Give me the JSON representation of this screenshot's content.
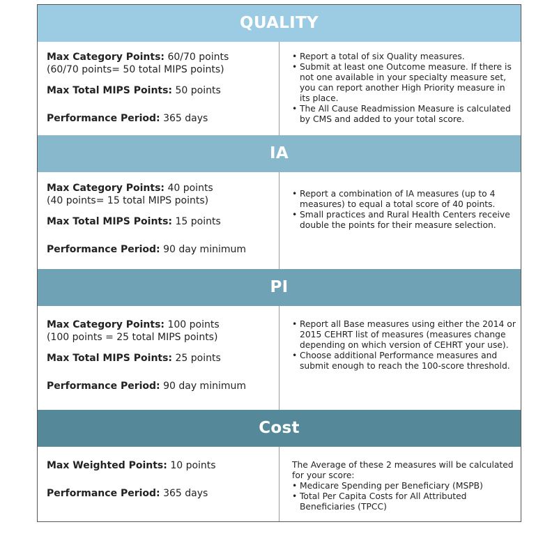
{
  "colors": {
    "quality_header": "#9ccbe4",
    "ia_header": "#88b8cb",
    "pi_header": "#6fa2b4",
    "cost_header": "#55899a"
  },
  "quality": {
    "title": "QUALITY",
    "left": {
      "line1_label": "Max Category Points:",
      "line1_value": " 60/70 points",
      "line2": "(60/70 points= 50 total MIPS points)",
      "line3_label": "Max Total MIPS Points:",
      "line3_value": " 50 points",
      "line4_label": "Performance Period:",
      "line4_value": " 365 days"
    },
    "bullets": [
      "Report a total of six Quality measures.",
      "Submit at least one Outcome measure. If there is not one available in your specialty measure set, you can report another High Priority measure in its place.",
      "The All Cause Readmission Measure is calculated by CMS and added to your total score."
    ]
  },
  "ia": {
    "title": "IA",
    "left": {
      "line1_label": "Max Category Points:",
      "line1_value": " 40 points",
      "line2": "(40 points= 15 total MIPS points)",
      "line3_label": "Max Total MIPS Points:",
      "line3_value": " 15 points",
      "line4_label": "Performance Period:",
      "line4_value": " 90 day minimum"
    },
    "bullets": [
      "Report a combination of IA measures (up to 4 measures) to equal a total score of 40 points.",
      "Small practices and Rural Health Centers receive double the points for their measure selection."
    ]
  },
  "pi": {
    "title": "PI",
    "left": {
      "line1_label": "Max Category Points:",
      "line1_value": " 100 points",
      "line2": "(100 points = 25 total MIPS points)",
      "line3_label": "Max Total MIPS Points:",
      "line3_value": " 25 points",
      "line4_label": "Performance Period:",
      "line4_value": " 90 day minimum"
    },
    "bullets": [
      "Report all Base measures using either the 2014 or 2015 CEHRT list of measures (measures change depending on which version of CEHRT your use).",
      "Choose additional Performance measures and submit enough to reach the 100-score threshold."
    ]
  },
  "cost": {
    "title": "Cost",
    "left": {
      "line1_label": "Max Weighted Points:",
      "line1_value": " 10 points",
      "line2_label": "Performance Period:",
      "line2_value": " 365 days"
    },
    "intro": "The Average of these 2 measures will be calculated for your score:",
    "bullets": [
      "Medicare Spending per Beneficiary (MSPB)",
      "Total Per Capita Costs for All Attributed Beneficiaries (TPCC)"
    ]
  }
}
